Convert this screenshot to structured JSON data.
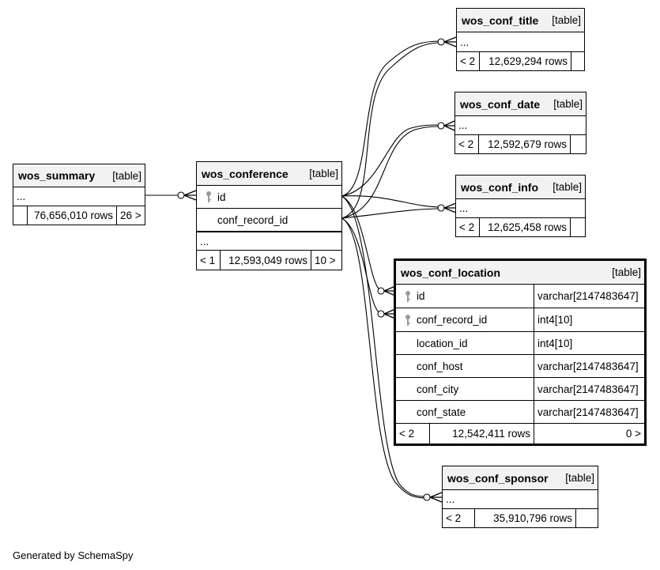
{
  "tables": {
    "wos_summary": {
      "name": "wos_summary",
      "type": "[table]",
      "ellipsis": "...",
      "footer": {
        "parents": "",
        "rows": "76,656,010 rows",
        "children": "26 >"
      }
    },
    "wos_conference": {
      "name": "wos_conference",
      "type": "[table]",
      "columns": [
        {
          "name": "id",
          "key": true
        },
        {
          "name": "conf_record_id",
          "key": false
        }
      ],
      "ellipsis": "...",
      "footer": {
        "parents": "< 1",
        "rows": "12,593,049 rows",
        "children": "10 >"
      }
    },
    "wos_conf_title": {
      "name": "wos_conf_title",
      "type": "[table]",
      "ellipsis": "...",
      "footer": {
        "parents": "< 2",
        "rows": "12,629,294 rows",
        "children": ""
      }
    },
    "wos_conf_date": {
      "name": "wos_conf_date",
      "type": "[table]",
      "ellipsis": "...",
      "footer": {
        "parents": "< 2",
        "rows": "12,592,679 rows",
        "children": ""
      }
    },
    "wos_conf_info": {
      "name": "wos_conf_info",
      "type": "[table]",
      "ellipsis": "...",
      "footer": {
        "parents": "< 2",
        "rows": "12,625,458 rows",
        "children": ""
      }
    },
    "wos_conf_location": {
      "name": "wos_conf_location",
      "type": "[table]",
      "columns": [
        {
          "name": "id",
          "type": "varchar[2147483647]",
          "key": true
        },
        {
          "name": "conf_record_id",
          "type": "int4[10]",
          "key": true
        },
        {
          "name": "location_id",
          "type": "int4[10]",
          "key": false
        },
        {
          "name": "conf_host",
          "type": "varchar[2147483647]",
          "key": false
        },
        {
          "name": "conf_city",
          "type": "varchar[2147483647]",
          "key": false
        },
        {
          "name": "conf_state",
          "type": "varchar[2147483647]",
          "key": false
        }
      ],
      "footer": {
        "parents": "< 2",
        "rows": "12,542,411 rows",
        "children": "0 >"
      }
    },
    "wos_conf_sponsor": {
      "name": "wos_conf_sponsor",
      "type": "[table]",
      "ellipsis": "...",
      "footer": {
        "parents": "< 2",
        "rows": "35,910,796 rows",
        "children": ""
      }
    }
  },
  "generated_by": "Generated by SchemaSpy",
  "colors": {
    "line": "#000000",
    "header_bg": "#f2f2f2",
    "key_icon": "#9a9a9a"
  }
}
